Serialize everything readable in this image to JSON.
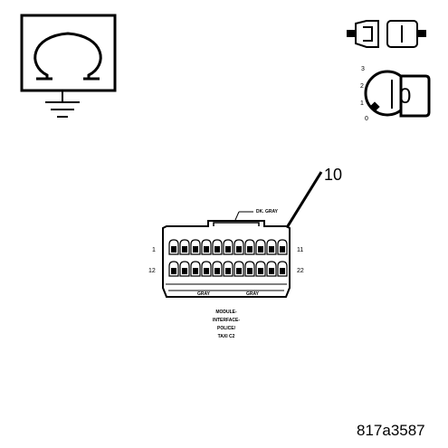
{
  "figure_id": "817a3587",
  "callout": "10",
  "wire_label": "DK. GRAY",
  "connector": {
    "pin_top_left": "1",
    "pin_top_right": "11",
    "pin_bottom_left": "12",
    "pin_bottom_right": "22",
    "bottom_marks": [
      "GRAY",
      "GRAY"
    ]
  },
  "connector_name": [
    "MODULE-",
    "INTERFACE-",
    "POLICE/",
    "TAXI C2"
  ],
  "ignition_positions": [
    "3",
    "2",
    "1",
    "0"
  ],
  "key_label": "0",
  "icons": [
    "ohmmeter-ground-icon",
    "connector-plug-icon",
    "ignition-key-icon"
  ]
}
